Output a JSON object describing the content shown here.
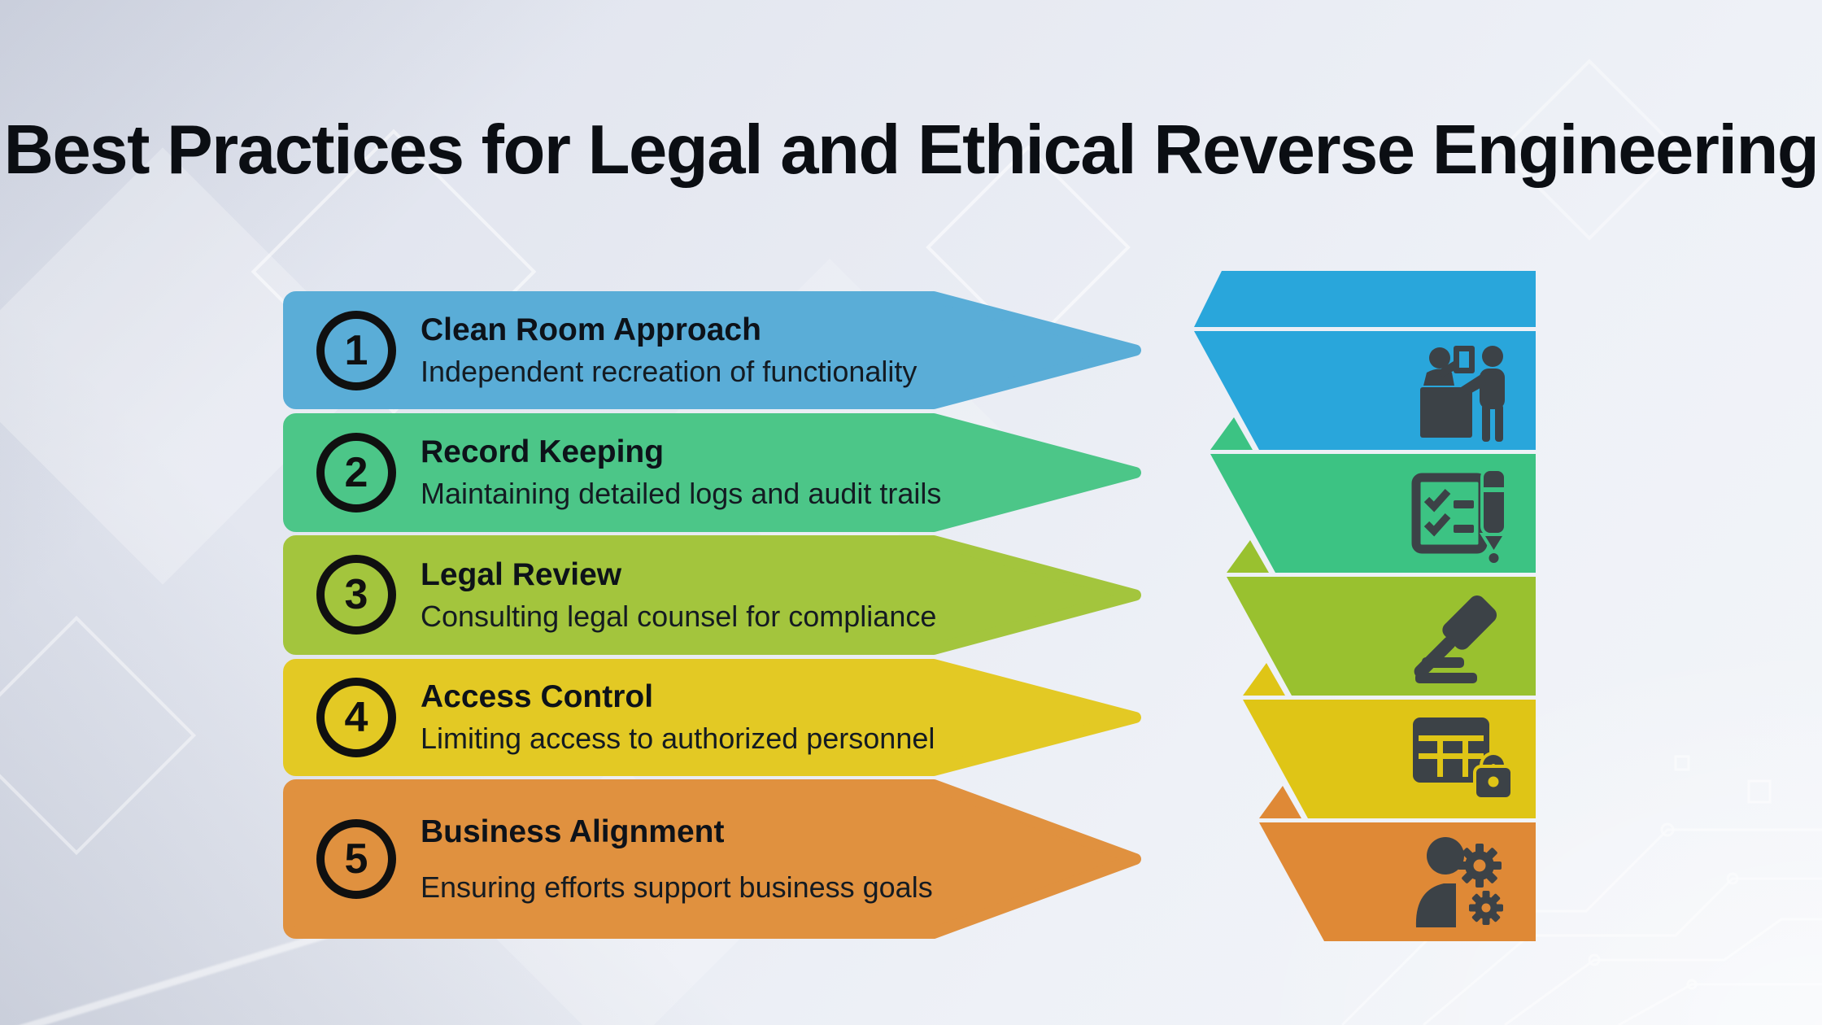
{
  "page": {
    "title": "Best Practices for Legal and Ethical Reverse Engineering"
  },
  "items": [
    {
      "number": "1",
      "title": "Clean Room Approach",
      "subtitle": "Independent recreation of functionality",
      "banner_color": "#5AADD7",
      "funnel_color": "#29A6DB",
      "icon": "reception-desk-icon"
    },
    {
      "number": "2",
      "title": "Record Keeping",
      "subtitle": "Maintaining detailed logs and audit trails",
      "banner_color": "#4CC688",
      "funnel_color": "#3CC383",
      "icon": "checklist-pen-icon"
    },
    {
      "number": "3",
      "title": "Legal Review",
      "subtitle": "Consulting legal counsel for compliance",
      "banner_color": "#A3C53D",
      "funnel_color": "#99C12F",
      "icon": "gavel-icon"
    },
    {
      "number": "4",
      "title": "Access Control",
      "subtitle": "Limiting access to authorized personnel",
      "banner_color": "#E3C924",
      "funnel_color": "#DFC516",
      "icon": "table-lock-icon"
    },
    {
      "number": "5",
      "title": "Business Alignment",
      "subtitle": "Ensuring efforts support business goals",
      "banner_color": "#E0913F",
      "funnel_color": "#DF8936",
      "icon": "person-gears-icon"
    }
  ],
  "colors": {
    "icon": "#3C4247",
    "badge_ring": "#101010",
    "title_text": "#0B0E13"
  }
}
